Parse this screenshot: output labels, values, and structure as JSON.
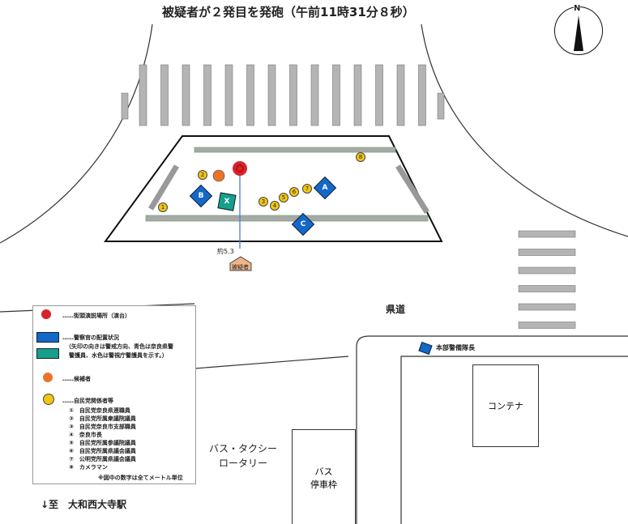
{
  "title": "被疑者が２発目を発砲（午前11時31分８秒）",
  "compass": "N",
  "colors": {
    "podium": "#d8232a",
    "police_nara": "#1468c8",
    "police_tokyo": "#16a08c",
    "candidate": "#e8742a",
    "party": "#f2c511",
    "suspect": "#f0b48a"
  },
  "markers": {
    "p1": "1",
    "p2": "2",
    "p3": "3",
    "p4": "4",
    "p5": "5",
    "p6": "6",
    "p7": "7",
    "p8": "8",
    "A": "A",
    "B": "B",
    "C": "C",
    "X": "X"
  },
  "distance_label": "約5.3",
  "suspect_label": "被疑者",
  "road_label": "県道",
  "commander_label": "本部警備隊長",
  "container_label": "コンテナ",
  "rotary_label_1": "バス・タクシー",
  "rotary_label_2": "ロータリー",
  "bus_stop_label_1": "バス",
  "bus_stop_label_2": "停車枠",
  "direction_label": "↓至　大和西大寺駅",
  "legend": {
    "podium": "……街頭演説場所（演台）",
    "police": "……警察官の配置状況",
    "police_note_1": "（矢印の向きは警戒方向、青色は奈良県警",
    "police_note_2": "警護員、水色は警視庁警護員を示す。）",
    "candidate": "……候補者",
    "party": "……自民党関係者等",
    "items": [
      "①　自民党奈良県連職員",
      "②　自民党所属衆議院議員",
      "③　自民党奈良市支部職員",
      "④　奈良市長",
      "⑤　自民党所属参議院議員",
      "⑥　自民党所属県議会議員",
      "⑦　公明党所属県議会議員",
      "⑧　カメラマン"
    ],
    "note": "※図中の数字は全てメートル単位"
  }
}
